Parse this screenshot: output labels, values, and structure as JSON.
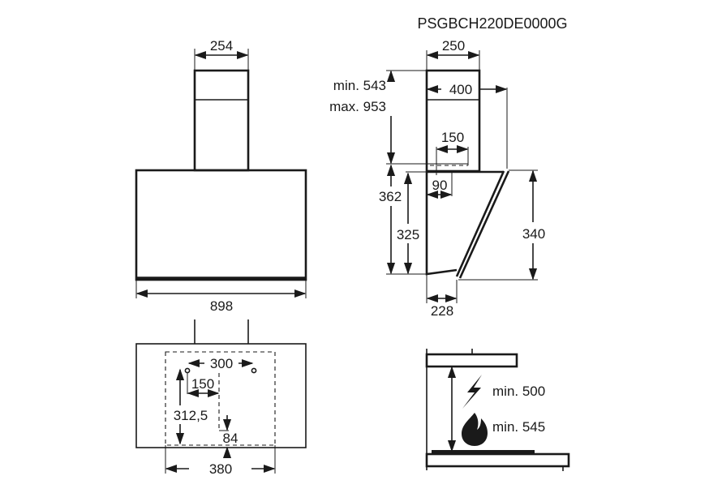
{
  "title": "PSGBCH220DE0000G",
  "front_view": {
    "chimney_width": "254",
    "hood_width": "898"
  },
  "side_view": {
    "chimney_depth": "250",
    "chimney_height_min": "min. 543",
    "chimney_height_max": "max. 953",
    "outlet_depth": "400",
    "outlet_diameter": "150",
    "outlet_offset": "90",
    "total_height": "362",
    "body_height": "325",
    "glass_height": "340",
    "bottom_depth": "228"
  },
  "mounting_view": {
    "screw_spacing": "300",
    "screw_offset": "150",
    "vertical_distance": "312,5",
    "bottom_offset": "84",
    "template_width": "380"
  },
  "clearance_view": {
    "electric_hob_icon": "lightning-icon",
    "electric_min": "min. 500",
    "gas_hob_icon": "flame-icon",
    "gas_min": "min. 545"
  }
}
